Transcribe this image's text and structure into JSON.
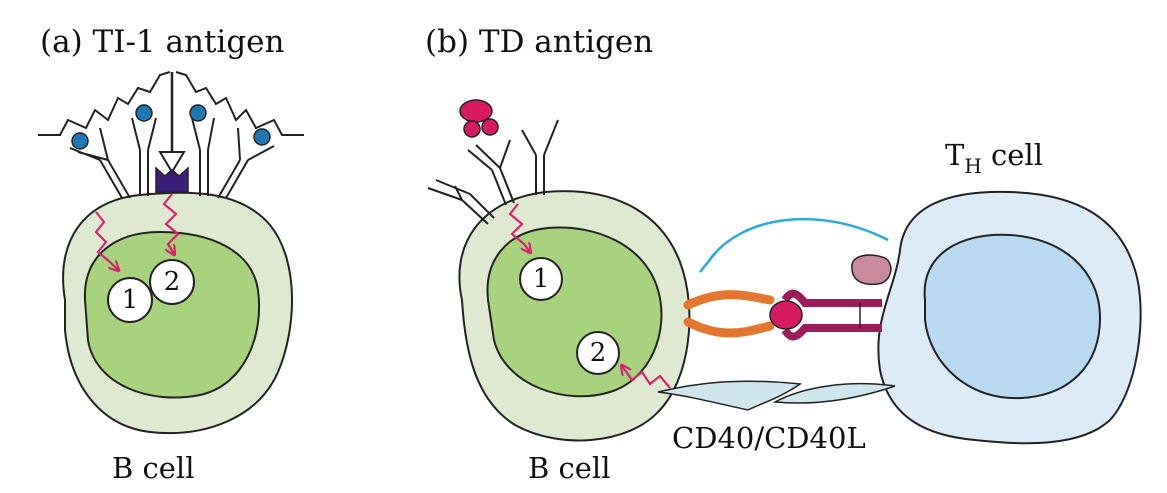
{
  "panel_a": {
    "title": "(a)  TI-1 antigen",
    "cell_label": "B cell",
    "step_1": "1",
    "step_2": "2"
  },
  "panel_b": {
    "title": "(b)  TD antigen",
    "cell_label": "B cell",
    "th_cell_main": "T",
    "th_cell_sub": "H",
    "th_cell_suffix": " cell",
    "step_1": "1",
    "step_2": "2",
    "cd40_label": "CD40/CD40L"
  },
  "colors": {
    "cytoplasm": "#dfe9d2",
    "nucleus": "#a9d27e",
    "th_cytoplasm": "#ddebf7",
    "th_nucleus": "#b9d9f1",
    "signal_arrow": "#d6246e",
    "antigen_dot": "#1f77b4",
    "receptor_dark": "#3a1e78",
    "cd40": "#e3772f",
    "cd40l": "#9c1c5c",
    "mhc_peptide": "#d81b60",
    "cytokine_arc": "#2aa9e0",
    "cd40_band": "#cfe6ec"
  }
}
